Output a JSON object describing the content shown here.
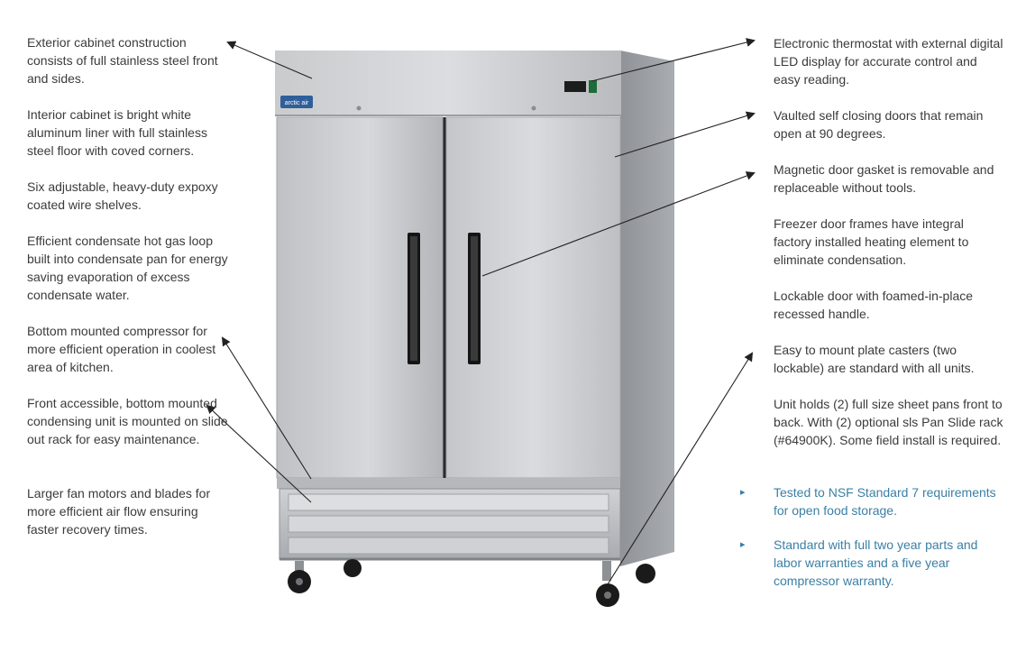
{
  "left_notes": [
    {
      "text": "Exterior cabinet construction consists of full stainless steel front and sides."
    },
    {
      "text": "Interior cabinet is bright white aluminum liner with full stainless steel floor with coved corners."
    },
    {
      "text": "Six adjustable, heavy-duty expoxy coated wire shelves."
    },
    {
      "text": "Efficient condensate hot gas loop built into condensate pan for energy saving evaporation of excess condensate water."
    },
    {
      "text": "Bottom mounted compressor for more efficient operation in coolest area of kitchen."
    },
    {
      "text": "Front accessible, bottom mounted condensing unit is mounted on slide out rack for easy maintenance."
    },
    {
      "text": "Larger fan motors and blades for more efficient air flow ensuring faster recovery times."
    }
  ],
  "right_notes": [
    {
      "text": "Electronic thermostat with external digital LED display for accurate control and easy reading."
    },
    {
      "text": "Vaulted self closing doors that remain open at 90 degrees."
    },
    {
      "text": "Magnetic door gasket is removable and replaceable without tools."
    },
    {
      "text": "Freezer door frames have integral factory installed heating element to eliminate condensation."
    },
    {
      "text": "Lockable door with foamed-in-place recessed handle."
    },
    {
      "text": "Easy to mount plate casters (two lockable) are standard with all units."
    },
    {
      "text": "Unit holds (2)  full size sheet pans front to back. With (2) optional sls Pan Slide rack (#64900K). Some field install is required."
    }
  ],
  "highlight_notes": [
    {
      "text": "Tested to NSF Standard 7 requirements for open food storage."
    },
    {
      "text": "Standard with full two year parts and labor warranties and a five year compressor warranty."
    }
  ],
  "bullet_glyph": "▸",
  "brand_badge": "arctic air",
  "colors": {
    "text": "#3b3b3b",
    "accent": "#3a7fa5",
    "steel_light": "#d2d4d6",
    "steel_dark": "#8d9094",
    "arrow": "#222222"
  }
}
